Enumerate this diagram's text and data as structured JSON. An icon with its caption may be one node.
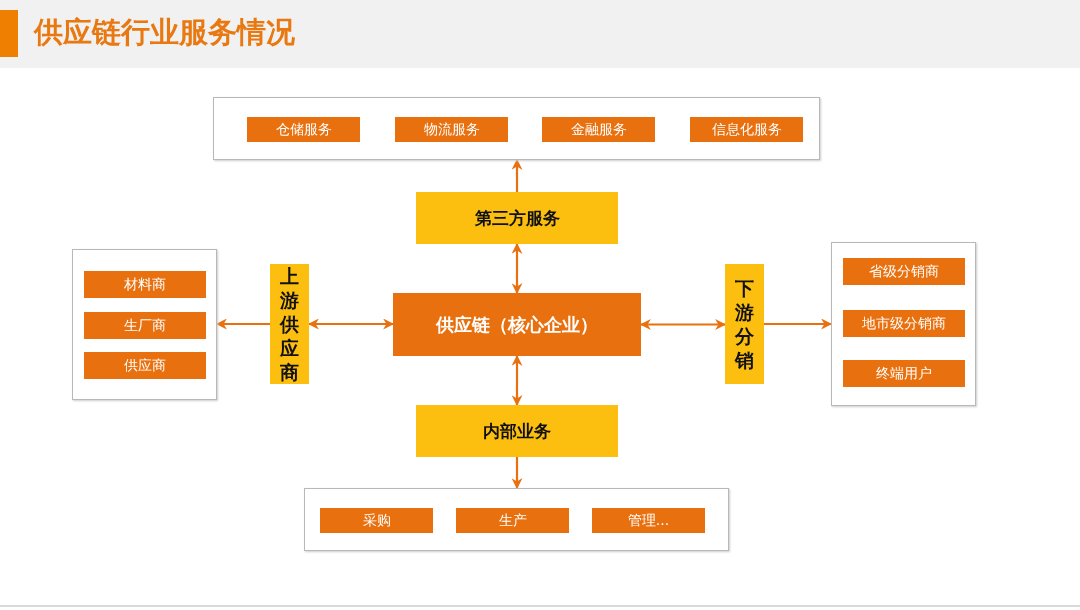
{
  "diagram": {
    "title": "供应链行业服务情况",
    "nodes": [
      {
        "text": [],
        "shape": "box"
      },
      {
        "text": [
          "仓储服务"
        ],
        "in": 0
      },
      {
        "text": [
          "物流服务"
        ],
        "in": 0
      },
      {
        "text": [
          "金融服务"
        ],
        "in": 0
      },
      {
        "text": [
          "信息化服务"
        ],
        "in": 0
      },
      {
        "text": [
          "第三方服务"
        ]
      },
      {
        "text": [],
        "shape": "box"
      },
      {
        "text": [
          "材料商"
        ],
        "in": 6
      },
      {
        "text": [
          "生厂商"
        ],
        "in": 6
      },
      {
        "text": [
          "供应商"
        ],
        "in": 6
      },
      {
        "text": [
          "上游供应商"
        ]
      },
      {
        "text": [
          "供应链（核心企业）"
        ]
      },
      {
        "text": [
          "下游分销"
        ]
      },
      {
        "text": [],
        "shape": "box"
      },
      {
        "text": [
          "省级分销商"
        ],
        "in": 13
      },
      {
        "text": [
          "地市级分销商"
        ],
        "in": 13
      },
      {
        "text": [
          "终端用户"
        ],
        "in": 13
      },
      {
        "text": [
          "内部业务"
        ]
      },
      {
        "text": [],
        "shape": "box"
      },
      {
        "text": [
          "采购"
        ],
        "in": 18
      },
      {
        "text": [
          "生产"
        ],
        "in": 18
      },
      {
        "text": [
          "管理..."
        ],
        "in": 18
      }
    ],
    "edges": [
      {
        "from": 5,
        "to": 0,
        "arrow": "to"
      },
      {
        "from": 11,
        "to": 5,
        "arrow": "both"
      },
      {
        "from": 10,
        "to": 6,
        "arrow": "to"
      },
      {
        "from": 10,
        "to": 11,
        "arrow": "both"
      },
      {
        "from": 11,
        "to": 12,
        "arrow": "both"
      },
      {
        "from": 12,
        "to": 13,
        "arrow": "to"
      },
      {
        "from": 11,
        "to": 17,
        "arrow": "both"
      },
      {
        "from": 17,
        "to": 18,
        "arrow": "to"
      }
    ]
  }
}
